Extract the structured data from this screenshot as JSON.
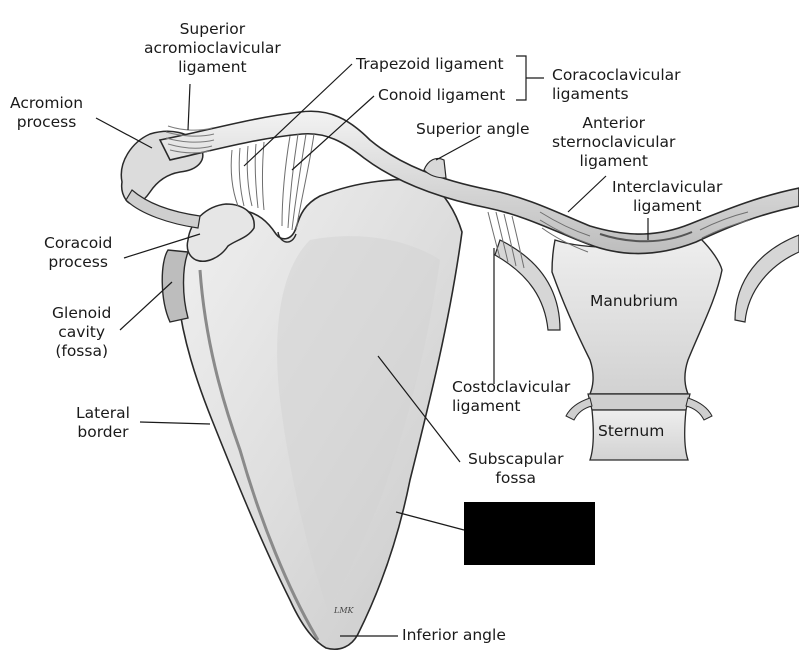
{
  "labels": {
    "superior_acromioclavicular": [
      "Superior",
      "acromioclavicular",
      "ligament"
    ],
    "acromion": [
      "Acromion",
      "process"
    ],
    "trapezoid": "Trapezoid ligament",
    "conoid": "Conoid ligament",
    "coracoclavicular": [
      "Coracoclavicular",
      "ligaments"
    ],
    "superior_angle": "Superior angle",
    "anterior_sternoclavicular": [
      "Anterior",
      "sternoclavicular",
      "ligament"
    ],
    "interclavicular": [
      "Interclavicular",
      "ligament"
    ],
    "coracoid": [
      "Coracoid",
      "process"
    ],
    "glenoid": [
      "Glenoid",
      "cavity",
      "(fossa)"
    ],
    "manubrium": "Manubrium",
    "costoclavicular": [
      "Costoclavicular",
      "ligament"
    ],
    "lateral_border": [
      "Lateral",
      "border"
    ],
    "sternum": "Sternum",
    "subscapular": [
      "Subscapular",
      "fossa"
    ],
    "inferior_angle": "Inferior angle",
    "signature": "LMK"
  },
  "colors": {
    "bone": "#e4e4e4",
    "bone_shade": "#b9b9b9",
    "outline": "#2a2a2a",
    "ligament": "#a8a8a8",
    "redaction": "#000000"
  }
}
